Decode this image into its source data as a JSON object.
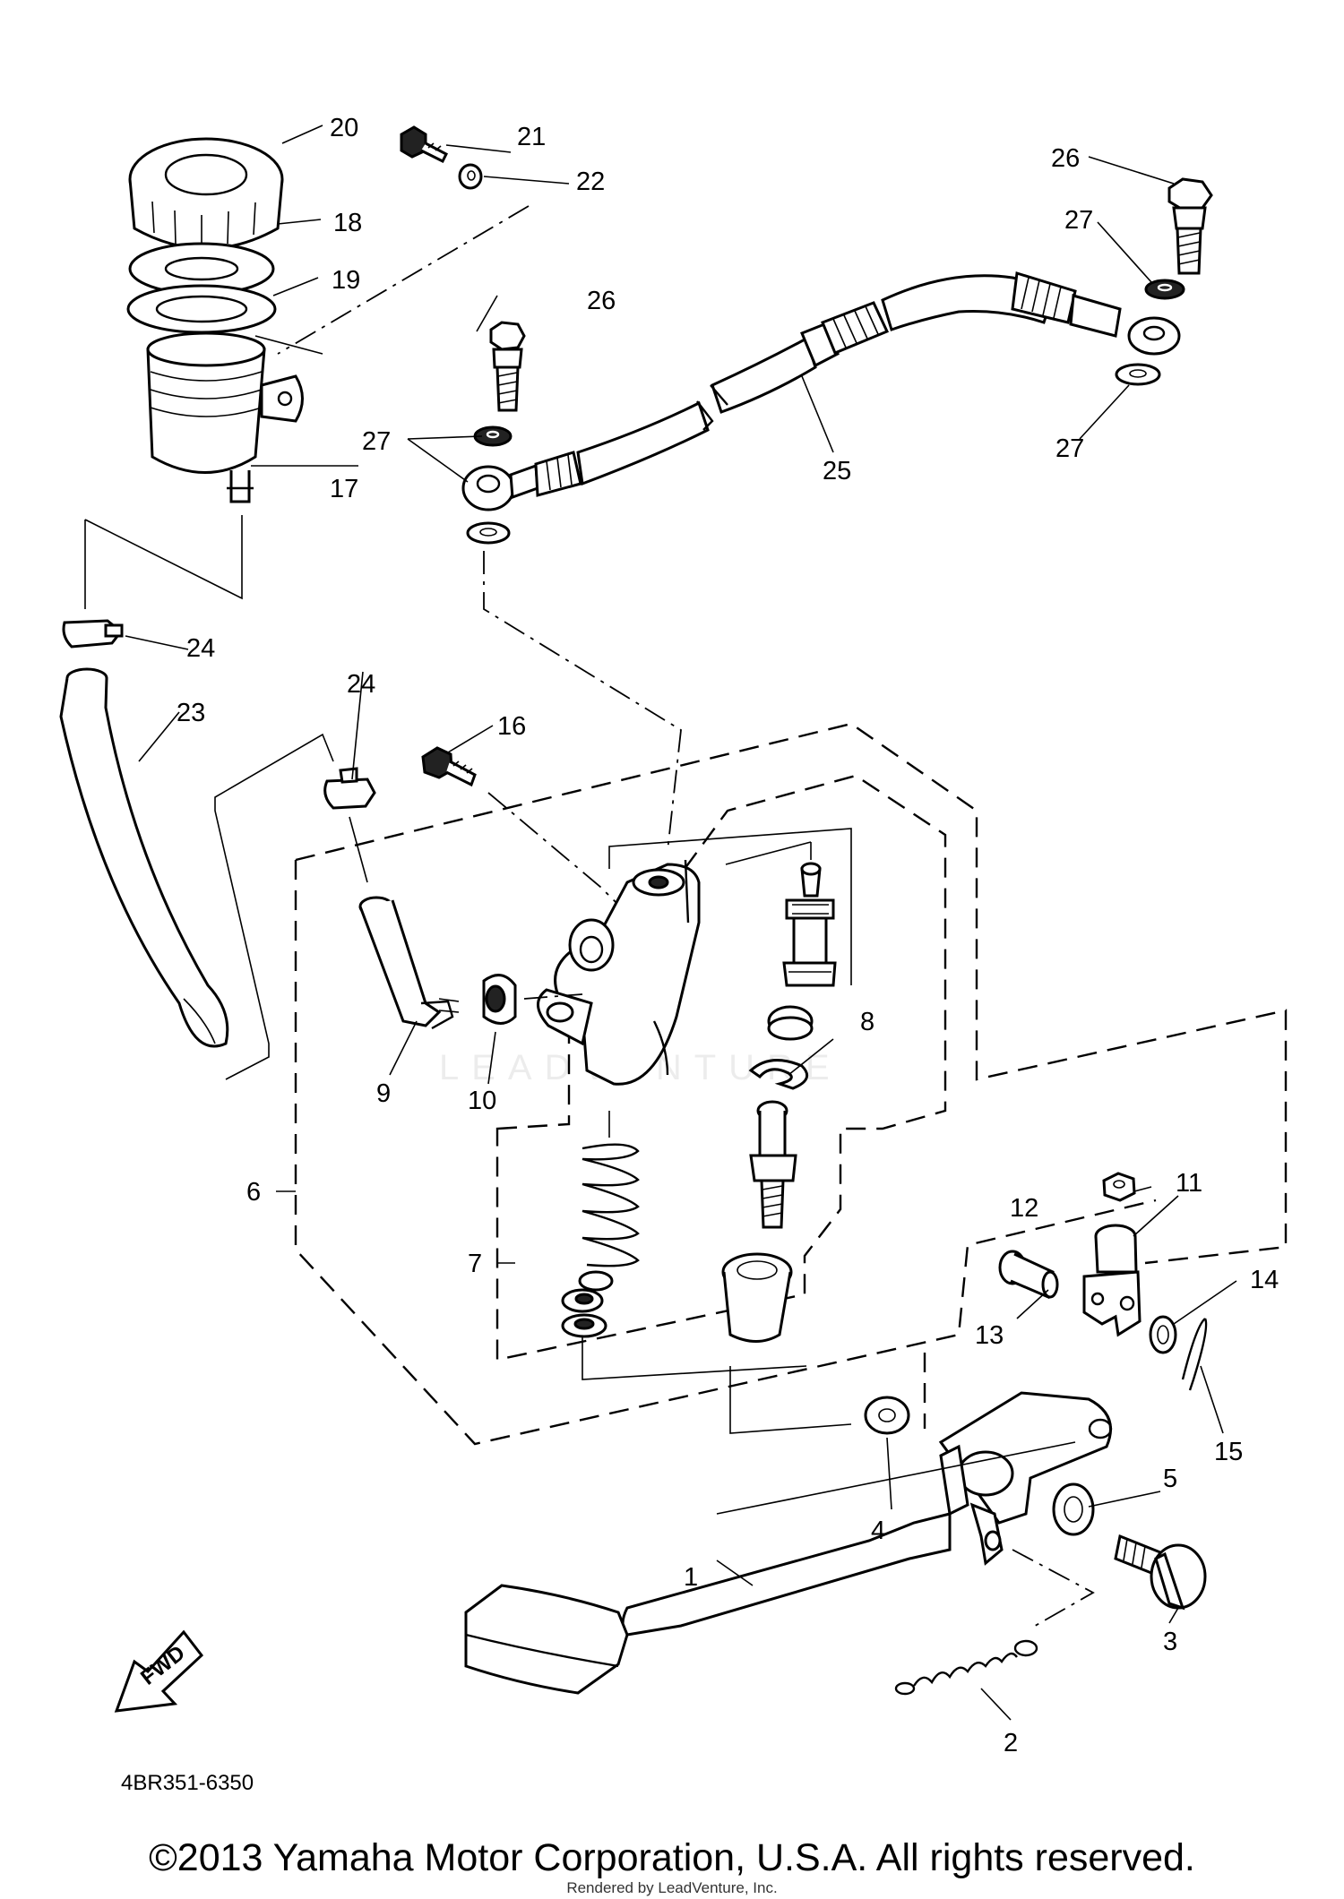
{
  "diagram": {
    "part_number": "4BR351-6350",
    "fwd_label": "FWD",
    "watermark": "LEADVENTURE",
    "callouts": {
      "c1": "1",
      "c2": "2",
      "c3": "3",
      "c4": "4",
      "c5": "5",
      "c6": "6",
      "c7": "7",
      "c8": "8",
      "c9": "9",
      "c10": "10",
      "c11": "11",
      "c12": "12",
      "c13": "13",
      "c14": "14",
      "c15": "15",
      "c16": "16",
      "c17": "17",
      "c18": "18",
      "c19": "19",
      "c20": "20",
      "c21": "21",
      "c22": "22",
      "c23": "23",
      "c24a": "24",
      "c24b": "24",
      "c25": "25",
      "c26a": "26",
      "c26b": "26",
      "c27a": "27",
      "c27b": "27",
      "c27c": "27"
    }
  },
  "footer": {
    "copyright": "©2013 Yamaha Motor Corporation, U.S.A. All rights reserved.",
    "rendered_by": "Rendered by LeadVenture, Inc."
  }
}
